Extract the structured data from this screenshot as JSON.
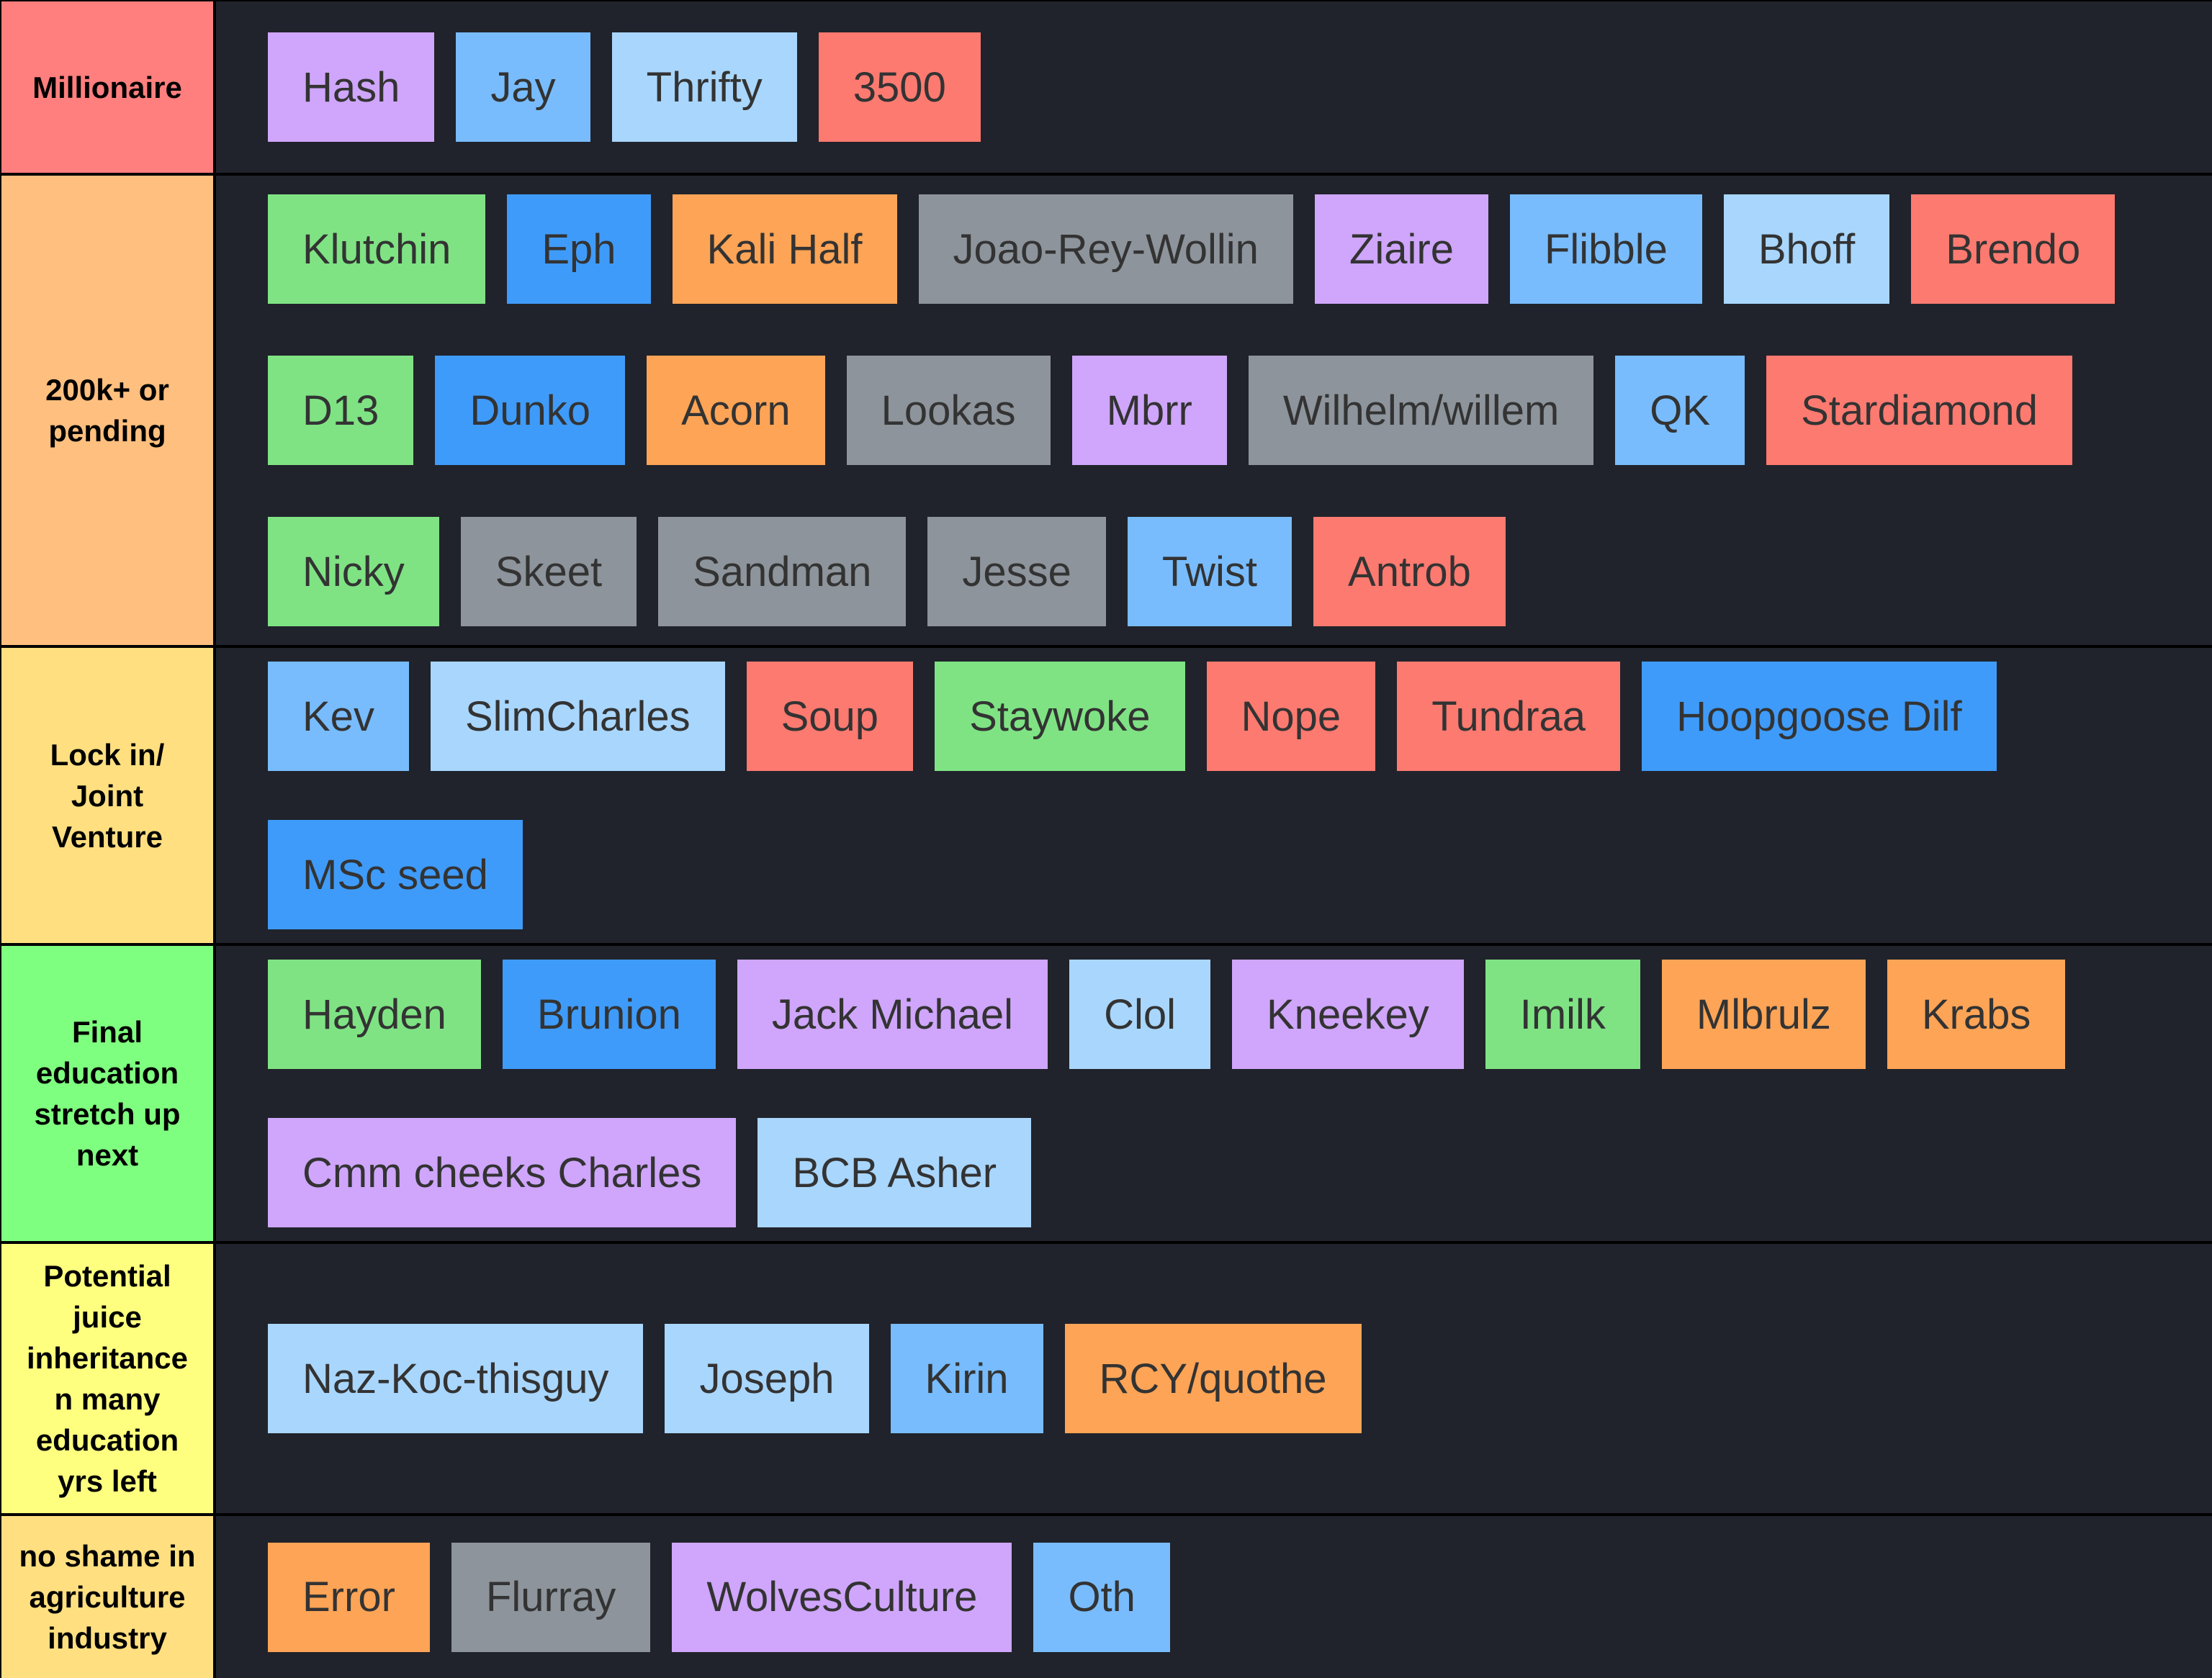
{
  "colors": {
    "purple": "#cfa6fb",
    "blue": "#78bcfd",
    "light_blue": "#a9d6fd",
    "red": "#fd7a70",
    "green": "#7fe384",
    "dark_blue": "#3f9bf9",
    "orange": "#fda456",
    "gray": "#8d949b",
    "board_background": "#20232b"
  },
  "tiers": [
    {
      "label": "Millionaire",
      "color": "#ff7f7e",
      "items": [
        {
          "name": "Hash",
          "color": "purple"
        },
        {
          "name": "Jay",
          "color": "blue"
        },
        {
          "name": "Thrifty",
          "color": "light_blue"
        },
        {
          "name": "3500",
          "color": "red"
        }
      ]
    },
    {
      "label": "200k+ or\npending",
      "color": "#ffbf7f",
      "items": [
        {
          "name": "Klutchin",
          "color": "green"
        },
        {
          "name": "Eph",
          "color": "dark_blue"
        },
        {
          "name": "Kali Half",
          "color": "orange"
        },
        {
          "name": "Joao-Rey-Wollin",
          "color": "gray"
        },
        {
          "name": "Ziaire",
          "color": "purple"
        },
        {
          "name": "Flibble",
          "color": "blue"
        },
        {
          "name": "Bhoff",
          "color": "light_blue"
        },
        {
          "name": "Brendo",
          "color": "red"
        },
        {
          "name": "D13",
          "color": "green"
        },
        {
          "name": "Dunko",
          "color": "dark_blue"
        },
        {
          "name": "Acorn",
          "color": "orange"
        },
        {
          "name": "Lookas",
          "color": "gray"
        },
        {
          "name": "Mbrr",
          "color": "purple"
        },
        {
          "name": "Wilhelm/willem",
          "color": "gray"
        },
        {
          "name": "QK",
          "color": "blue"
        },
        {
          "name": "Stardiamond",
          "color": "red"
        },
        {
          "name": "Nicky",
          "color": "green"
        },
        {
          "name": "Skeet",
          "color": "gray"
        },
        {
          "name": "Sandman",
          "color": "gray"
        },
        {
          "name": "Jesse",
          "color": "gray"
        },
        {
          "name": "Twist",
          "color": "blue"
        },
        {
          "name": "Antrob",
          "color": "red"
        }
      ]
    },
    {
      "label": "Lock in/\nJoint\nVenture",
      "color": "#ffdf80",
      "items": [
        {
          "name": "Kev",
          "color": "blue"
        },
        {
          "name": "SlimCharles",
          "color": "light_blue"
        },
        {
          "name": "Soup",
          "color": "red"
        },
        {
          "name": "Staywoke",
          "color": "green"
        },
        {
          "name": "Nope",
          "color": "red"
        },
        {
          "name": "Tundraa",
          "color": "red"
        },
        {
          "name": "Hoopgoose Dilf",
          "color": "dark_blue"
        },
        {
          "name": "MSc seed",
          "color": "dark_blue"
        }
      ]
    },
    {
      "label": "Final\neducation\nstretch up\nnext",
      "color": "#7fff7f",
      "items": [
        {
          "name": "Hayden",
          "color": "green"
        },
        {
          "name": "Brunion",
          "color": "dark_blue"
        },
        {
          "name": "Jack Michael",
          "color": "purple"
        },
        {
          "name": "Clol",
          "color": "light_blue"
        },
        {
          "name": "Kneekey",
          "color": "purple"
        },
        {
          "name": "Imilk",
          "color": "green"
        },
        {
          "name": "Mlbrulz",
          "color": "orange"
        },
        {
          "name": "Krabs",
          "color": "orange"
        },
        {
          "name": "Cmm cheeks Charles",
          "color": "purple"
        },
        {
          "name": "BCB Asher",
          "color": "light_blue"
        }
      ]
    },
    {
      "label": "Potential\njuice\ninheritance\nn many\neducation\nyrs left",
      "color": "#ffff7f",
      "items": [
        {
          "name": "Naz-Koc-thisguy",
          "color": "light_blue"
        },
        {
          "name": "Joseph",
          "color": "light_blue"
        },
        {
          "name": "Kirin",
          "color": "blue"
        },
        {
          "name": "RCY/quothe",
          "color": "orange"
        }
      ]
    },
    {
      "label": "no shame in\nagriculture\nindustry",
      "color": "#ffdf80",
      "items": [
        {
          "name": "Error",
          "color": "orange"
        },
        {
          "name": "Flurray",
          "color": "gray"
        },
        {
          "name": "WolvesCulture",
          "color": "purple"
        },
        {
          "name": "Oth",
          "color": "blue"
        }
      ]
    }
  ]
}
